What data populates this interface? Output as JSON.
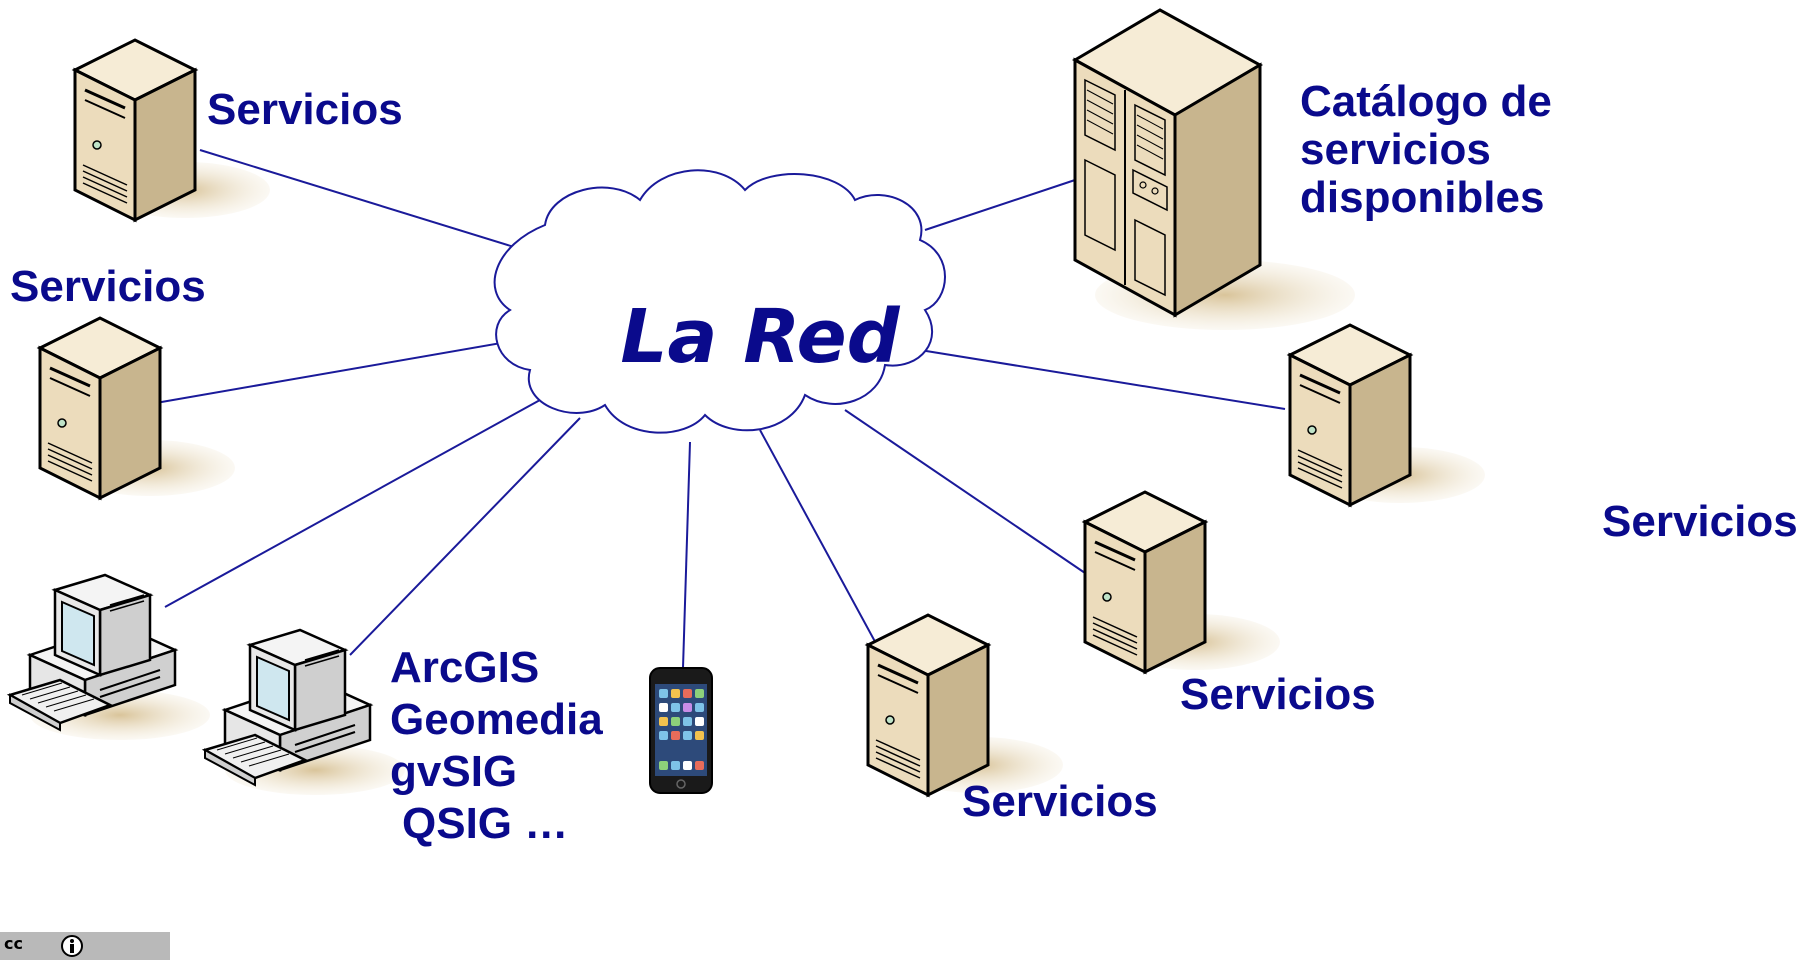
{
  "diagram": {
    "cloud_label": "La Red",
    "labels": {
      "servicios_top_left": "Servicios",
      "servicios_left": "Servicios",
      "catalogo_line1": "Catálogo de",
      "catalogo_line2": "servicios",
      "catalogo_line3": "disponibles",
      "servicios_right": "Servicios",
      "servicios_mid_right": "Servicios",
      "servicios_bottom": "Servicios",
      "software_line1": "ArcGIS",
      "software_line2": "Geomedia",
      "software_line3": "gvSIG",
      "software_line4": "QSIG …"
    },
    "license": {
      "cc_text": "cc",
      "by_icon": "person-icon"
    }
  },
  "colors": {
    "label": "#0a0a8c",
    "line": "#1a1a9a",
    "cloud_stroke": "#1a1a9a",
    "server_fill": "#ecdcbc"
  }
}
